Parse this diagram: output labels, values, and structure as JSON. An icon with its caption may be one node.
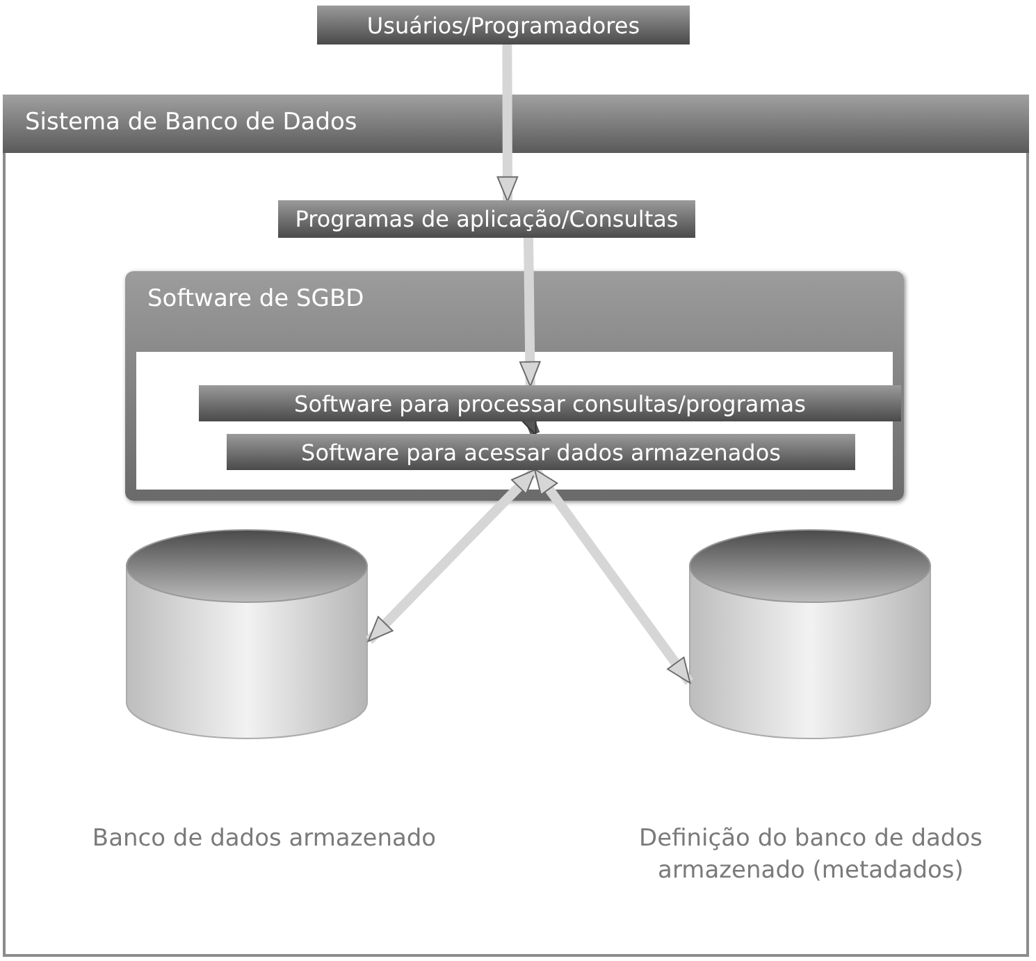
{
  "diagram": {
    "nodes": [
      {
        "text": [
          "Usuários/Programadores"
        ]
      },
      {
        "text": [
          "Sistema de Banco de Dados"
        ]
      },
      {
        "text": [
          "Programas de aplicação/Consultas"
        ],
        "in": 1
      },
      {
        "text": [
          "Software de SGBD"
        ],
        "in": 1
      },
      {
        "text": [
          "Software para processar consultas/programas"
        ],
        "in": 3
      },
      {
        "text": [
          "Software para acessar dados armazenados"
        ],
        "in": 3
      },
      {
        "text": [
          "Banco de dados armazenado"
        ],
        "in": 1
      },
      {
        "text": [
          "Definição do banco de dados armazenado (metadados)"
        ],
        "in": 1
      }
    ],
    "edges": [
      {
        "from": 0,
        "to": 2,
        "arrow": "to"
      },
      {
        "from": 2,
        "to": 4,
        "arrow": "to"
      },
      {
        "from": 4,
        "to": 5,
        "arrow": "to",
        "color": "#555555"
      },
      {
        "from": 5,
        "to": 6,
        "arrow": "both"
      },
      {
        "from": 5,
        "to": 7,
        "arrow": "both"
      }
    ]
  }
}
